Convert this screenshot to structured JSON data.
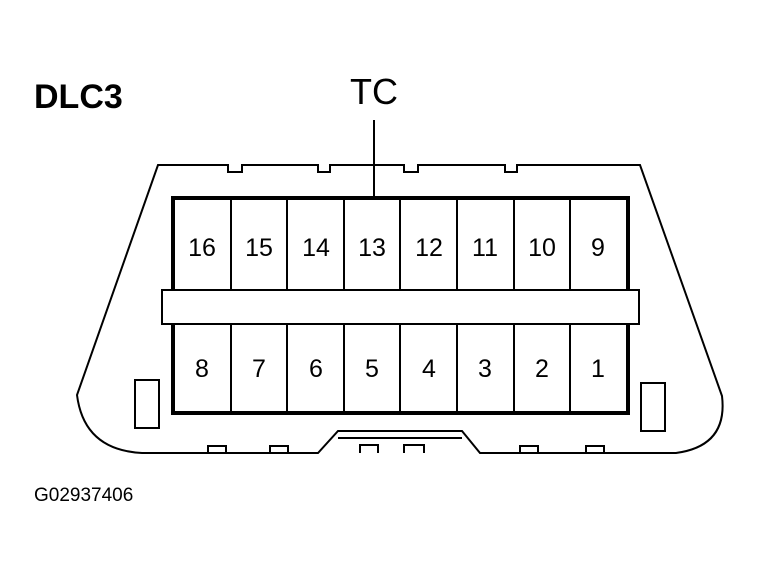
{
  "title": "DLC3",
  "callout": {
    "label": "TC",
    "pin": "13"
  },
  "pins_top": [
    "16",
    "15",
    "14",
    "13",
    "12",
    "11",
    "10",
    "9"
  ],
  "pins_bottom": [
    "8",
    "7",
    "6",
    "5",
    "4",
    "3",
    "2",
    "1"
  ],
  "figure_id": "G02937406"
}
